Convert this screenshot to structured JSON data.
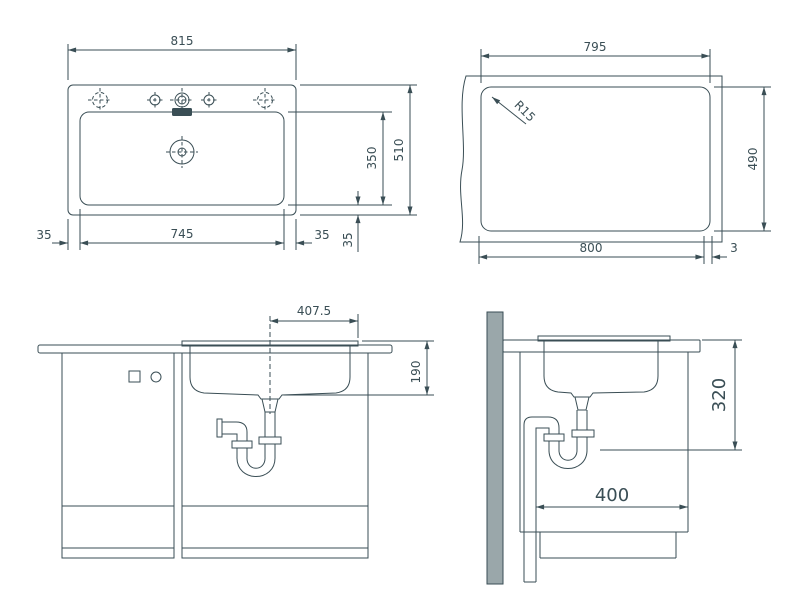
{
  "colors": {
    "ink": "#3a4e55",
    "wall_fill": "#9aa7aa"
  },
  "views": {
    "plan": {
      "dims": {
        "overall_width": "815",
        "overall_depth": "510",
        "bowl_front_back": "350",
        "bowl_width": "745",
        "margin_left": "35",
        "margin_right": "35",
        "margin_bottom": "35"
      }
    },
    "cutout": {
      "dims": {
        "width": "795",
        "depth": "490",
        "base_width": "800",
        "gap": "3",
        "corner_radius": "R15"
      }
    },
    "front_section": {
      "dims": {
        "drain_center_offset": "407.5",
        "bowl_depth": "190"
      }
    },
    "side_section": {
      "dims": {
        "height_to_outlet": "320",
        "clearance_depth": "400"
      }
    }
  }
}
